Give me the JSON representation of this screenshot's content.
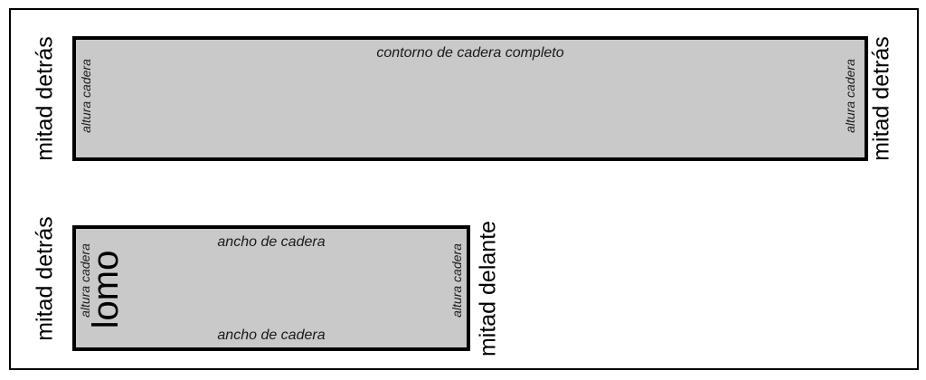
{
  "diagram": {
    "description_labels": {
      "top_piece": {
        "top_label": "contorno de cadera completo",
        "left_inner_label": "altura cadera",
        "right_inner_label": "altura cadera",
        "left_outer_label": "mitad detrás",
        "right_outer_label": "mitad detrás"
      },
      "bottom_piece": {
        "top_label": "ancho de cadera",
        "bottom_label": "ancho de cadera",
        "left_inner_label": "altura cadera",
        "right_inner_label": "altura cadera",
        "center_label": "lomo",
        "left_outer_label": "mitad detrás",
        "right_outer_label": "mitad delante"
      }
    },
    "colors": {
      "piece_fill": "#c9c9c9",
      "piece_border": "#000000",
      "frame_border": "#000000",
      "text": "#1a1a1a",
      "background": "#ffffff"
    }
  }
}
